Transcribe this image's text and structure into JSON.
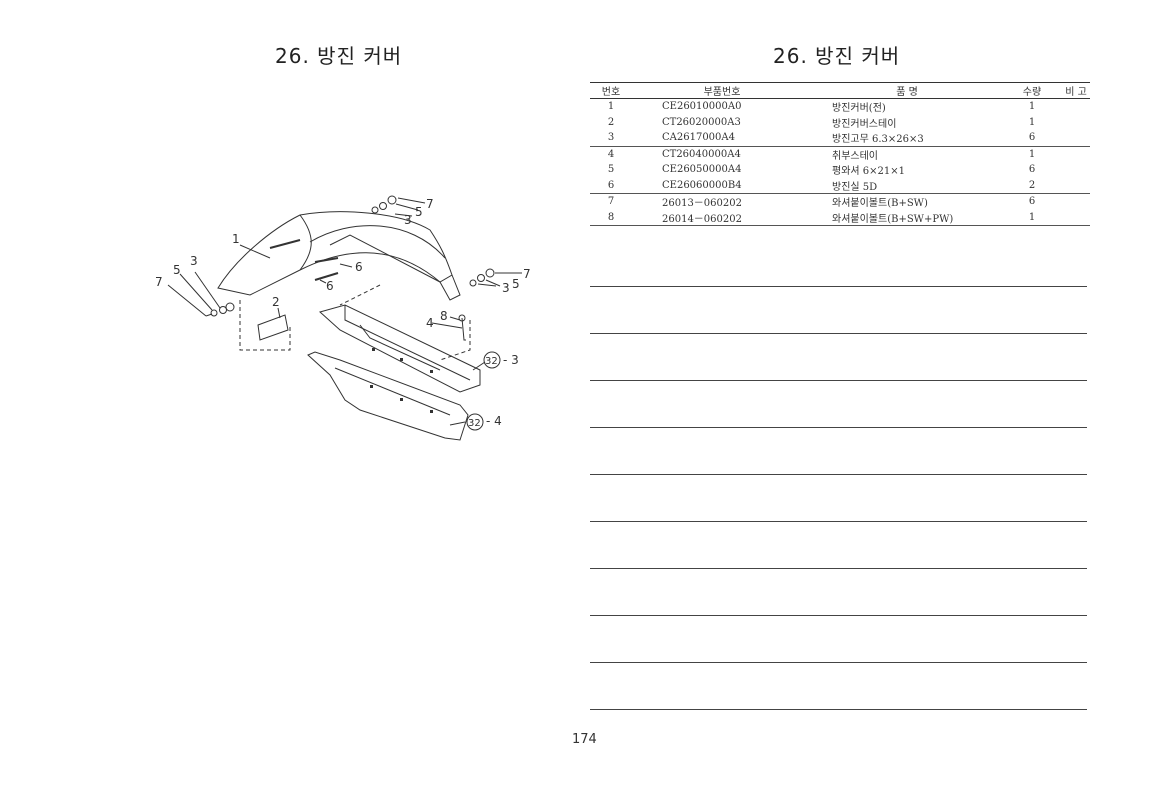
{
  "left_title": "26. 방진 커버",
  "right_title": "26. 방진 커버",
  "page_number": "174",
  "table": {
    "headers": {
      "no": "번호",
      "part_no": "부품번호",
      "name": "품      명",
      "qty": "수량",
      "remarks": "비  고"
    },
    "rows": [
      {
        "no": "1",
        "part_no": "CE26010000A0",
        "name": "방진커버(전)",
        "qty": "1",
        "remarks": ""
      },
      {
        "no": "2",
        "part_no": "CT26020000A3",
        "name": "방진커버스테이",
        "qty": "1",
        "remarks": ""
      },
      {
        "no": "3",
        "part_no": "CA2617000A4",
        "name": "방진고무 6.3×26×3",
        "qty": "6",
        "remarks": ""
      },
      {
        "no": "4",
        "part_no": "CT26040000A4",
        "name": "취부스테이",
        "qty": "1",
        "remarks": ""
      },
      {
        "no": "5",
        "part_no": "CE26050000A4",
        "name": "평와셔 6×21×1",
        "qty": "6",
        "remarks": ""
      },
      {
        "no": "6",
        "part_no": "CE26060000B4",
        "name": "방진실 5D",
        "qty": "2",
        "remarks": ""
      },
      {
        "no": "7",
        "part_no": "26013－060202",
        "name": "와셔붙이볼트(B+SW)",
        "qty": "6",
        "remarks": ""
      },
      {
        "no": "8",
        "part_no": "26014－060202",
        "name": "와셔붙이볼트(B+SW+PW)",
        "qty": "1",
        "remarks": ""
      }
    ]
  },
  "diagram": {
    "callouts": [
      "1",
      "2",
      "3",
      "4",
      "5",
      "6",
      "7",
      "8"
    ],
    "refs": [
      "32",
      "32"
    ],
    "ref_suffix_a": "- 3",
    "ref_suffix_b": "- 4"
  }
}
